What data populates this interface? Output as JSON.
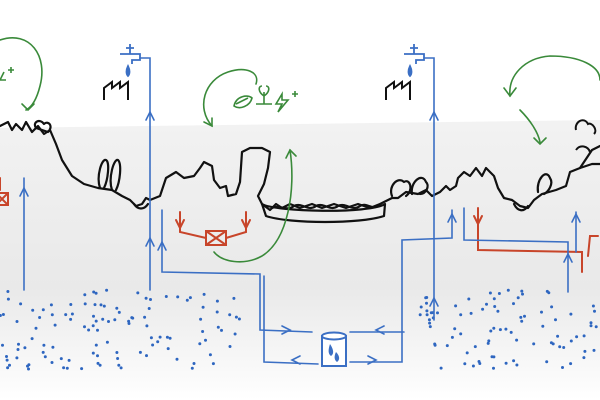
{
  "diagram": {
    "colors": {
      "terrain": "#111111",
      "water": "#3b6fc4",
      "recharge": "#3a8a3a",
      "contamination": "#c8452a",
      "aquifer_dots": "#2e66c0",
      "ground_shade": "#ececec"
    },
    "icons": [
      "water-tap-icon",
      "factory-icon",
      "leaf-icon",
      "plant-sprout-icon",
      "energy-bolt-icon",
      "water-storage-tank-icon"
    ],
    "flows": [
      "recharge-loop-left",
      "recharge-loop-center",
      "recharge-loop-right",
      "tap-pipe-left",
      "tap-pipe-right",
      "aquifer-exchange-loop",
      "contamination-flow-left",
      "contamination-flow-right"
    ]
  }
}
